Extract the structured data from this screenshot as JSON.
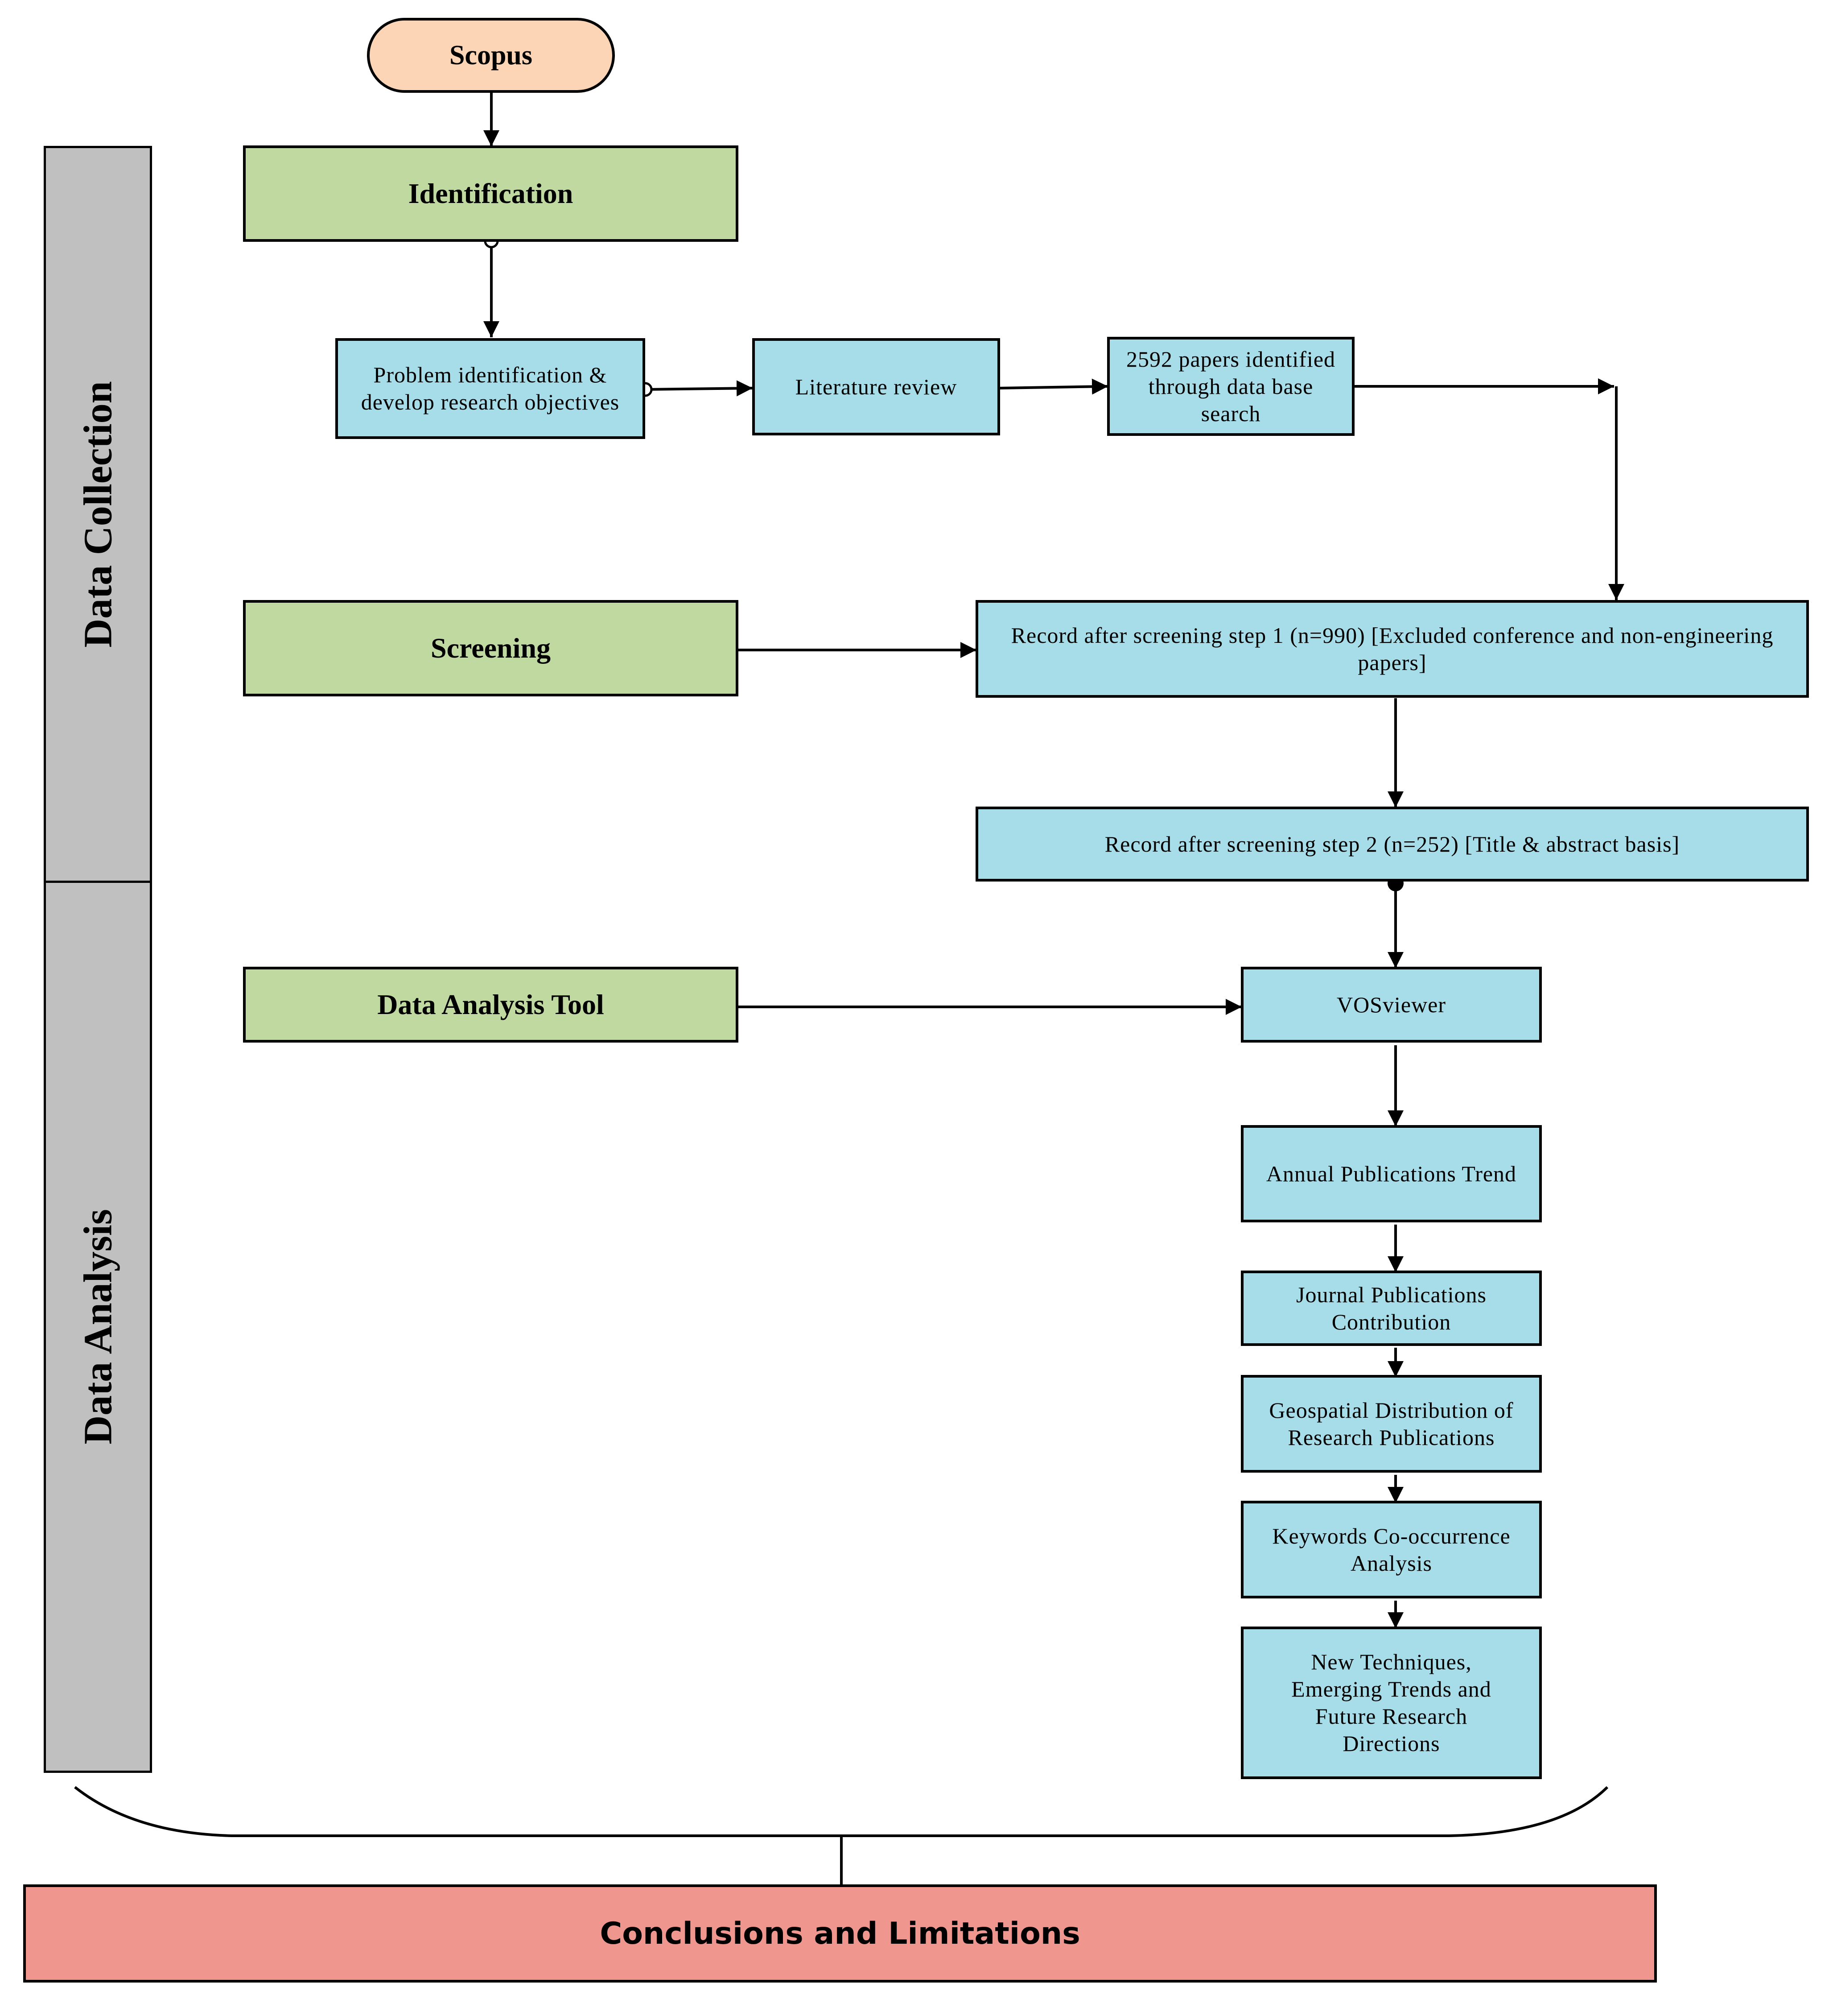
{
  "colors": {
    "terminal": "#fbd5b5",
    "phase": "#c0d9a0",
    "step": "#a6dde8",
    "lane": "#c0c0c0",
    "conclusion": "#ef968f"
  },
  "source": {
    "label": "Scopus"
  },
  "lanes": {
    "data_collection": "Data Collection",
    "data_analysis": "Data Analysis"
  },
  "phases": {
    "identification": "Identification",
    "screening": "Screening",
    "analysis_tool": "Data Analysis Tool"
  },
  "steps": {
    "problem_identification": "Problem identification & develop research objectives",
    "literature_review": "Literature review",
    "papers_identified": "2592 papers identified through data base search",
    "screening_step1": "Record after screening step 1 (n=990) [Excluded conference and non-engineering papers]",
    "screening_step2": "Record after screening step 2 (n=252) [Title & abstract basis]",
    "vosviewer": "VOSviewer",
    "annual_trend": "Annual Publications Trend",
    "journal_contribution": "Journal Publications Contribution",
    "geospatial": "Geospatial Distribution of Research Publications",
    "keywords": "Keywords Co-occurrence Analysis",
    "new_techniques": "New Techniques, Emerging Trends and Future Research Directions"
  },
  "conclusion": {
    "label": "Conclusions and Limitations"
  }
}
